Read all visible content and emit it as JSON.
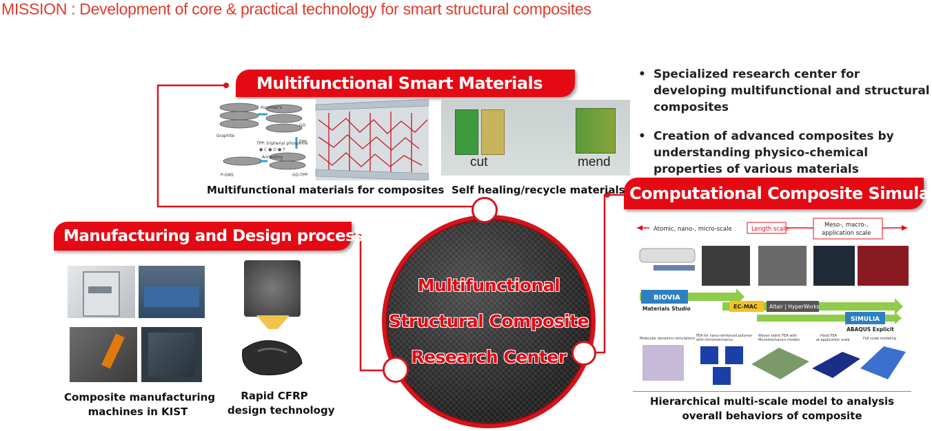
{
  "mission": "MISSION : Development of core & practical technology for smart structural composites",
  "banners": {
    "smart_materials": "Multifunctional Smart Materials",
    "simulation": "Computational Composite Simulations",
    "manufacturing": "Manufacturing and Design process"
  },
  "bullets": [
    "Specialized research center for developing multifunctional and structural composites",
    "Creation of advanced composites by understanding physico-chemical properties of various materials"
  ],
  "center": {
    "line1": "Multifunctional",
    "line2": "Structural Composite",
    "line3": "Research Center"
  },
  "captions": {
    "materials": "Multifunctional materials for composites",
    "self_healing": "Self healing/recycle materials",
    "machines_l1": "Composite manufacturing",
    "machines_l2": "machines in KIST",
    "cfrp_l1": "Rapid CFRP",
    "cfrp_l2": "design technology",
    "hier_l1": "Hierarchical multi-scale model to analysis",
    "hier_l2": "overall behaviors of composite"
  },
  "materials_figure": {
    "graphite": "Graphite",
    "hummers": "Hummer's",
    "go": "GO",
    "tpp_label": "TPP: triphenyl phosphine",
    "legend": "● C   ● O   ● P",
    "tpp": "TPP",
    "annealing": "Annealing",
    "pgns": "P-GNS",
    "go_tpp": "GO-TPP"
  },
  "healing_figure": {
    "cut": "cut",
    "mend": "mend"
  },
  "simulation_figure": {
    "scale_left": "Atomic, nano-, micro-scale",
    "scale_mid": "Length scale",
    "scale_right_l1": "Meso-, macro-,",
    "scale_right_l2": "application scale",
    "biovia": "BIOVIA",
    "materials_studio": "Materials Studio",
    "ecmac": "EC-MAC",
    "altair": "Altair | HyperWorks",
    "simulia": "SIMULIA",
    "abaqus": "ABAQUS Explicit",
    "cap1": "Molecular dynamics simulations",
    "cap2_l1": "FEA for nano-reinforced polymer",
    "cap2_l2": "with micromechanics",
    "cap3_l1": "Woven fabric FEA with",
    "cap3_l2": "Micromechanics models",
    "cap4_l1": "Hood FEA",
    "cap4_l2": "at application scale",
    "cap5": "Full scale modeling"
  },
  "colors": {
    "accent": "#e50914",
    "mission": "#e03a2a",
    "line": "#d4141c"
  }
}
